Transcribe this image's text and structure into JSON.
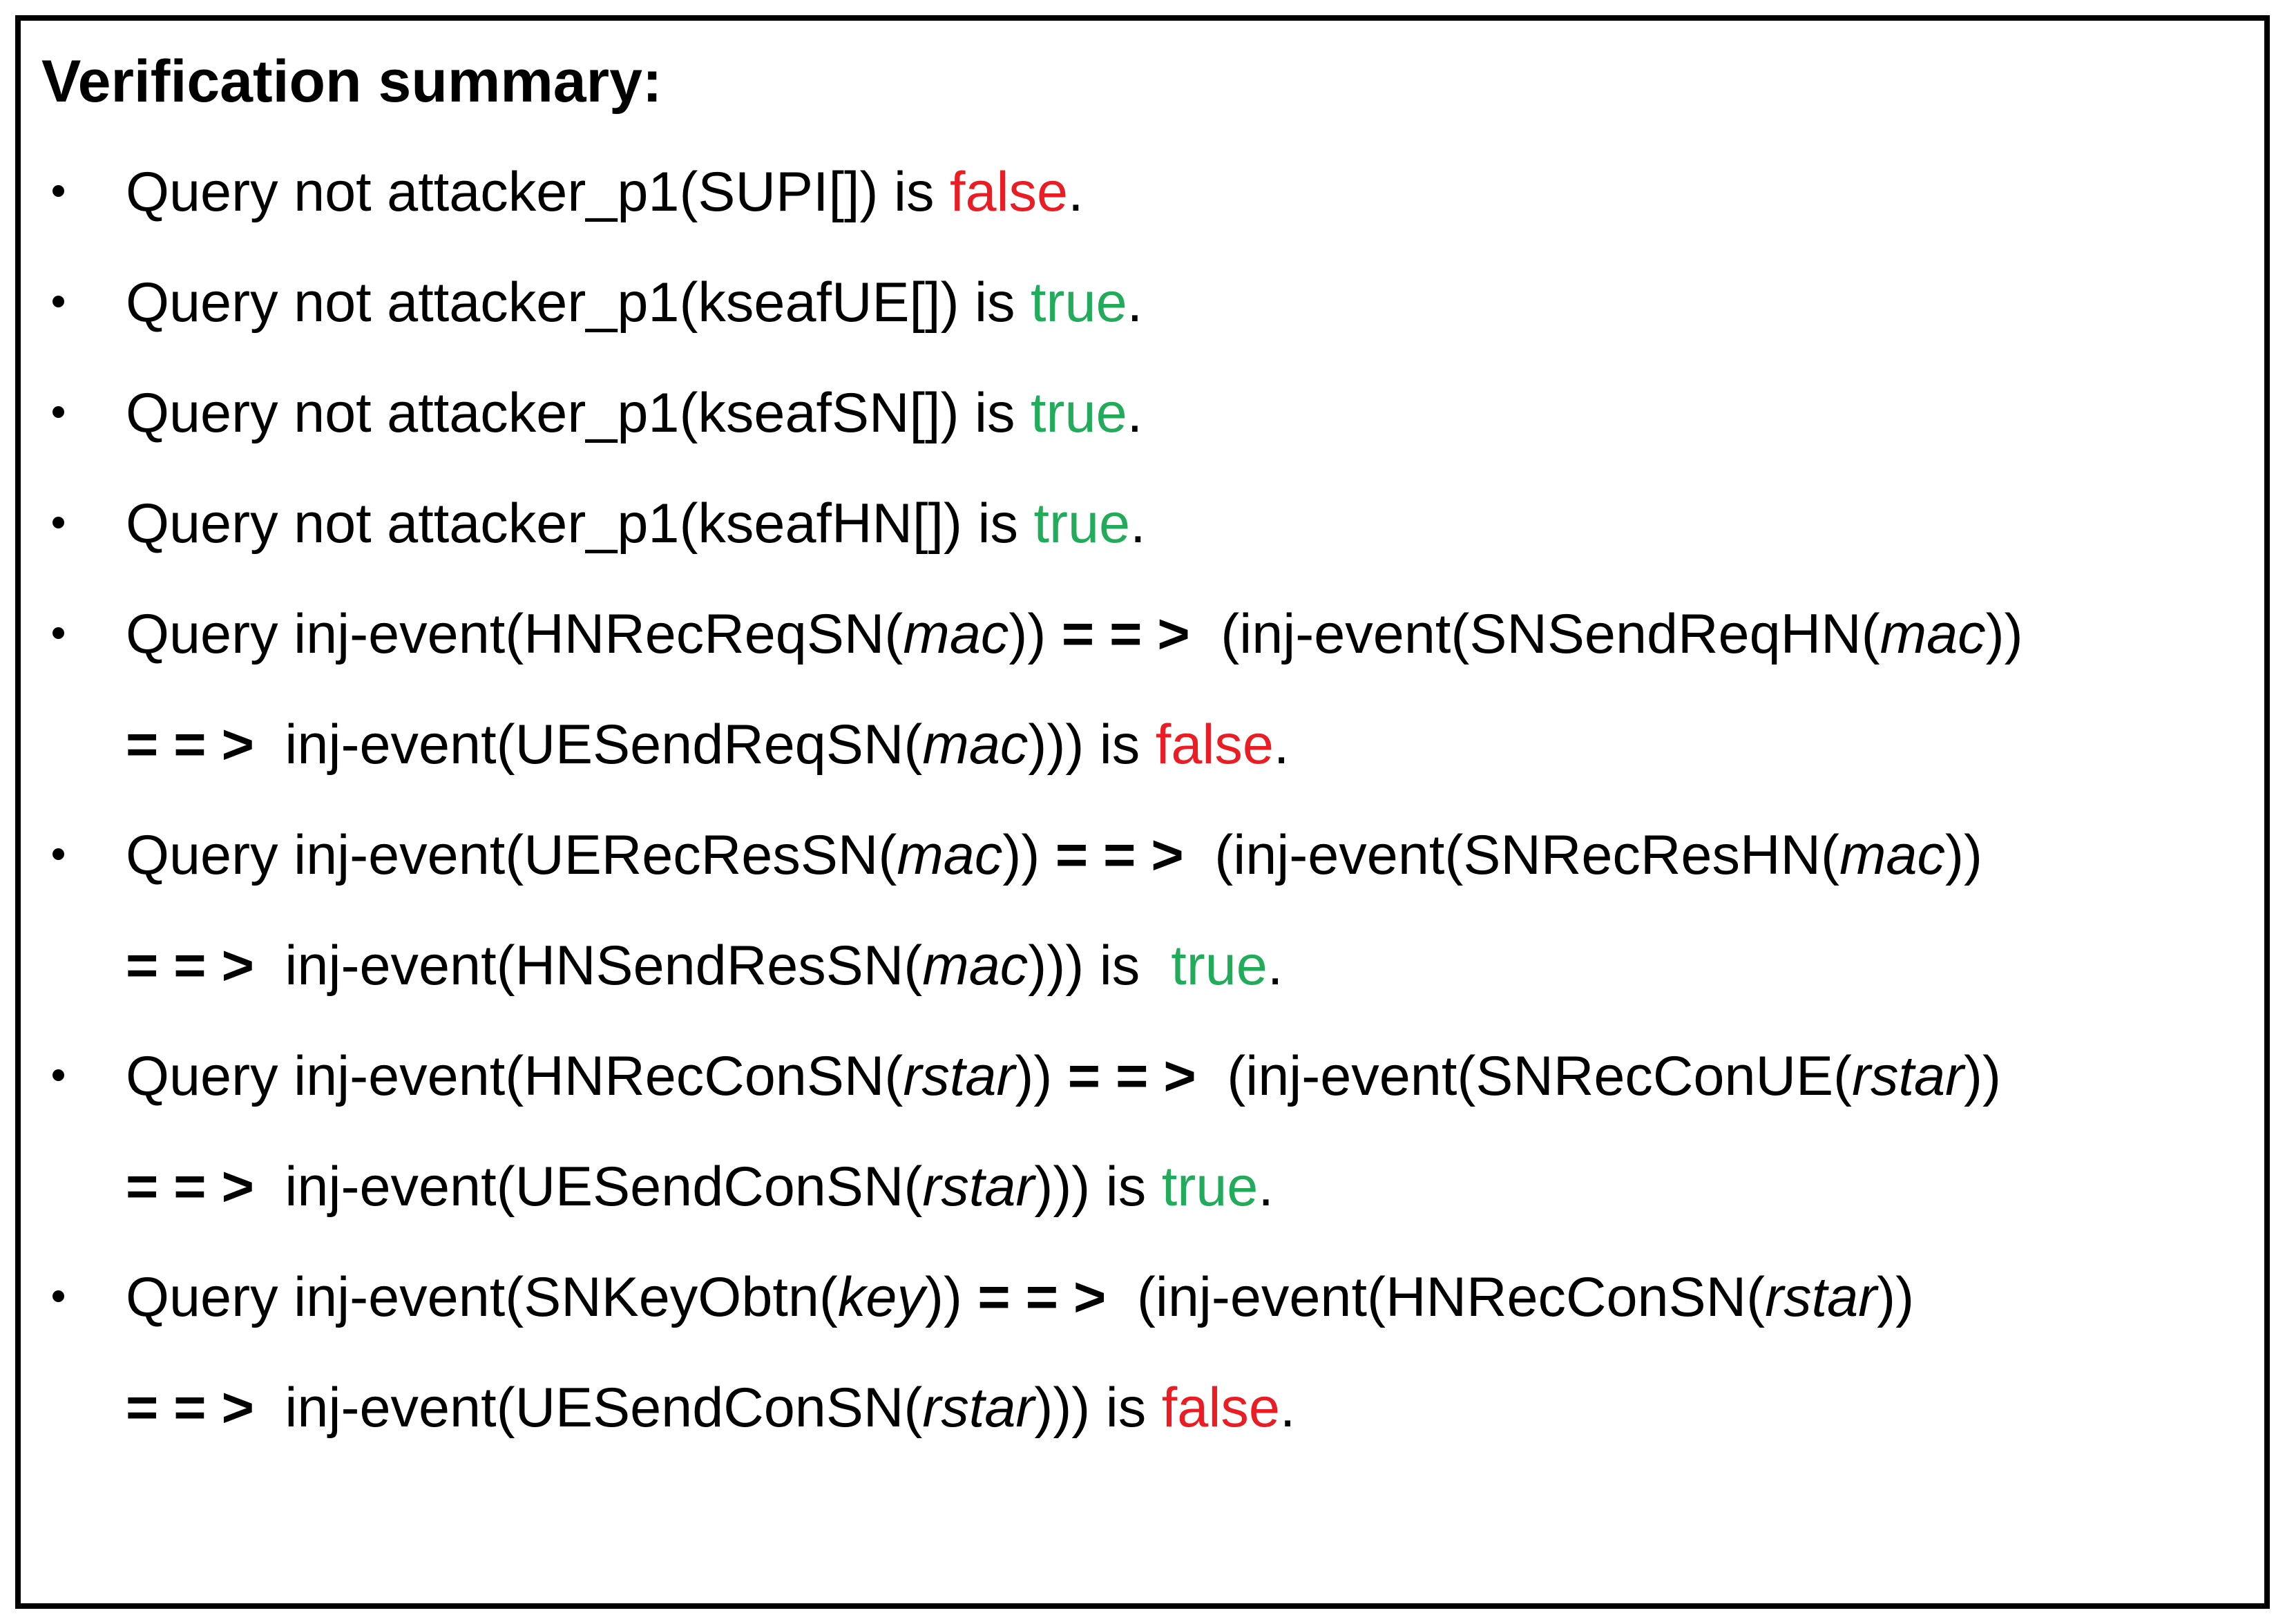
{
  "panel": {
    "title": "Verification summary:"
  },
  "colors": {
    "text": "#000000",
    "border": "#000000",
    "background": "#ffffff",
    "true": "#22ab5b",
    "false": "#ea1c24"
  },
  "bullet_icon": "black-dot",
  "bullets": [
    {
      "lines": [
        [
          {
            "t": "Query not attacker_p1(SUPI[]) is "
          },
          {
            "t": "false",
            "c": "false"
          },
          {
            "t": "."
          }
        ]
      ]
    },
    {
      "lines": [
        [
          {
            "t": "Query not attacker_p1(kseafUE[]) is "
          },
          {
            "t": "true",
            "c": "true"
          },
          {
            "t": "."
          }
        ]
      ]
    },
    {
      "lines": [
        [
          {
            "t": "Query not attacker_p1(kseafSN[]) is "
          },
          {
            "t": "true",
            "c": "true"
          },
          {
            "t": "."
          }
        ]
      ]
    },
    {
      "lines": [
        [
          {
            "t": "Query not attacker_p1(kseafHN[]) is "
          },
          {
            "t": "true",
            "c": "true"
          },
          {
            "t": "."
          }
        ]
      ]
    },
    {
      "lines": [
        [
          {
            "t": "Query inj-event(HNRecReqSN("
          },
          {
            "t": "mac",
            "i": true
          },
          {
            "t": ")) "
          },
          {
            "t": "==>",
            "b": true
          },
          {
            "t": " (inj-event(SNSendReqHN("
          },
          {
            "t": "mac",
            "i": true
          },
          {
            "t": "))"
          }
        ],
        [
          {
            "t": "==>",
            "b": true
          },
          {
            "t": " inj-event(UESendReqSN("
          },
          {
            "t": "mac",
            "i": true
          },
          {
            "t": "))) is "
          },
          {
            "t": "false",
            "c": "false"
          },
          {
            "t": "."
          }
        ]
      ]
    },
    {
      "lines": [
        [
          {
            "t": "Query inj-event(UERecResSN("
          },
          {
            "t": "mac",
            "i": true
          },
          {
            "t": ")) "
          },
          {
            "t": "==>",
            "b": true
          },
          {
            "t": " (inj-event(SNRecResHN("
          },
          {
            "t": "mac",
            "i": true
          },
          {
            "t": "))"
          }
        ],
        [
          {
            "t": "==>",
            "b": true
          },
          {
            "t": " inj-event(HNSendResSN("
          },
          {
            "t": "mac",
            "i": true
          },
          {
            "t": "))) is  "
          },
          {
            "t": "true",
            "c": "true"
          },
          {
            "t": "."
          }
        ]
      ]
    },
    {
      "lines": [
        [
          {
            "t": "Query inj-event(HNRecConSN("
          },
          {
            "t": "rstar",
            "i": true
          },
          {
            "t": ")) "
          },
          {
            "t": "==>",
            "b": true
          },
          {
            "t": " (inj-event(SNRecConUE("
          },
          {
            "t": "rstar",
            "i": true
          },
          {
            "t": "))"
          }
        ],
        [
          {
            "t": "==>",
            "b": true
          },
          {
            "t": " inj-event(UESendConSN("
          },
          {
            "t": "rstar",
            "i": true
          },
          {
            "t": "))) is "
          },
          {
            "t": "true",
            "c": "true"
          },
          {
            "t": "."
          }
        ]
      ]
    },
    {
      "lines": [
        [
          {
            "t": "Query inj-event(SNKeyObtn("
          },
          {
            "t": "key",
            "i": true
          },
          {
            "t": ")) "
          },
          {
            "t": "==>",
            "b": true
          },
          {
            "t": " (inj-event(HNRecConSN("
          },
          {
            "t": "rstar",
            "i": true
          },
          {
            "t": "))"
          }
        ],
        [
          {
            "t": "==>",
            "b": true
          },
          {
            "t": " inj-event(UESendConSN("
          },
          {
            "t": "rstar",
            "i": true
          },
          {
            "t": "))) is "
          },
          {
            "t": "false",
            "c": "false"
          },
          {
            "t": "."
          }
        ]
      ]
    }
  ]
}
